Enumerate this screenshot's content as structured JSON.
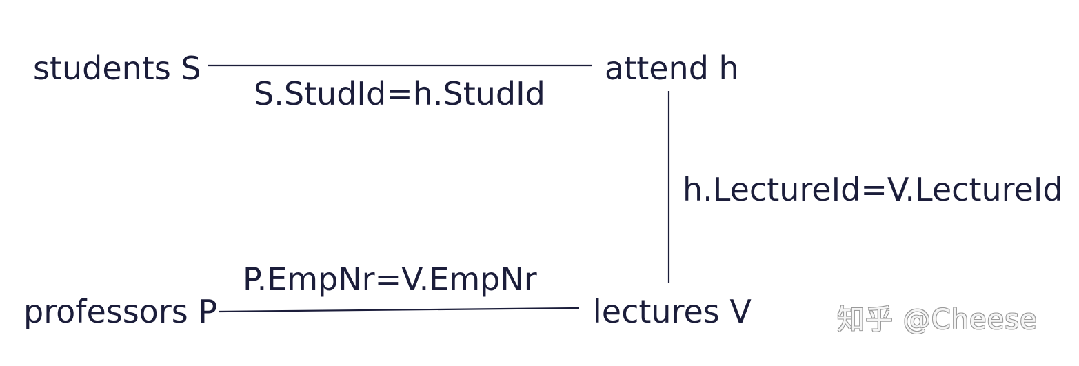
{
  "nodes": {
    "students": "students S",
    "attend": "attend h",
    "professors": "professors P",
    "lectures": "lectures V"
  },
  "edges": {
    "students_attend": "S.StudId=h.StudId",
    "attend_lectures": "h.LectureId=V.LectureId",
    "professors_lectures": "P.EmpNr=V.EmpNr"
  },
  "watermark": "知乎 @Cheese",
  "colors": {
    "ink": "#1b1d3a",
    "background": "#ffffff"
  }
}
